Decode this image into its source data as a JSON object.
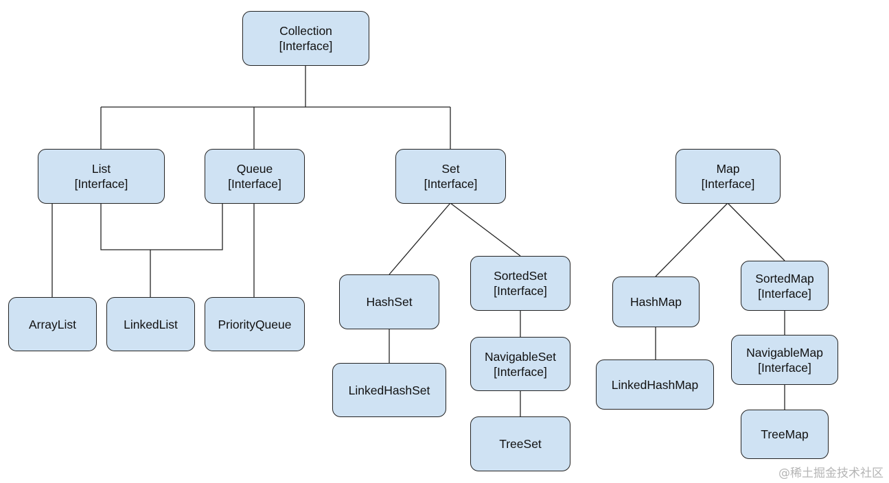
{
  "nodes": {
    "collection": {
      "name": "Collection",
      "kind": "[Interface]"
    },
    "list": {
      "name": "List",
      "kind": "[Interface]"
    },
    "queue": {
      "name": "Queue",
      "kind": "[Interface]"
    },
    "set": {
      "name": "Set",
      "kind": "[Interface]"
    },
    "map": {
      "name": "Map",
      "kind": "[Interface]"
    },
    "arraylist": {
      "name": "ArrayList"
    },
    "linkedlist": {
      "name": "LinkedList"
    },
    "priorityqueue": {
      "name": "PriorityQueue"
    },
    "hashset": {
      "name": "HashSet"
    },
    "sortedset": {
      "name": "SortedSet",
      "kind": "[Interface]"
    },
    "linkedhashset": {
      "name": "LinkedHashSet"
    },
    "navigableset": {
      "name": "NavigableSet",
      "kind": "[Interface]"
    },
    "treeset": {
      "name": "TreeSet"
    },
    "hashmap": {
      "name": "HashMap"
    },
    "sortedmap": {
      "name": "SortedMap",
      "kind": "[Interface]"
    },
    "linkedhashmap": {
      "name": "LinkedHashMap"
    },
    "navigablemap": {
      "name": "NavigableMap",
      "kind": "[Interface]"
    },
    "treemap": {
      "name": "TreeMap"
    }
  },
  "edges": [
    [
      "collection",
      "list"
    ],
    [
      "collection",
      "queue"
    ],
    [
      "collection",
      "set"
    ],
    [
      "list",
      "arraylist"
    ],
    [
      "list",
      "linkedlist"
    ],
    [
      "queue",
      "linkedlist"
    ],
    [
      "queue",
      "priorityqueue"
    ],
    [
      "set",
      "hashset"
    ],
    [
      "set",
      "sortedset"
    ],
    [
      "hashset",
      "linkedhashset"
    ],
    [
      "sortedset",
      "navigableset"
    ],
    [
      "navigableset",
      "treeset"
    ],
    [
      "map",
      "hashmap"
    ],
    [
      "map",
      "sortedmap"
    ],
    [
      "hashmap",
      "linkedhashmap"
    ],
    [
      "sortedmap",
      "navigablemap"
    ],
    [
      "navigablemap",
      "treemap"
    ]
  ],
  "colors": {
    "node_fill": "#cfe2f3",
    "stroke": "#222222"
  },
  "watermark": "@稀土掘金技术社区"
}
